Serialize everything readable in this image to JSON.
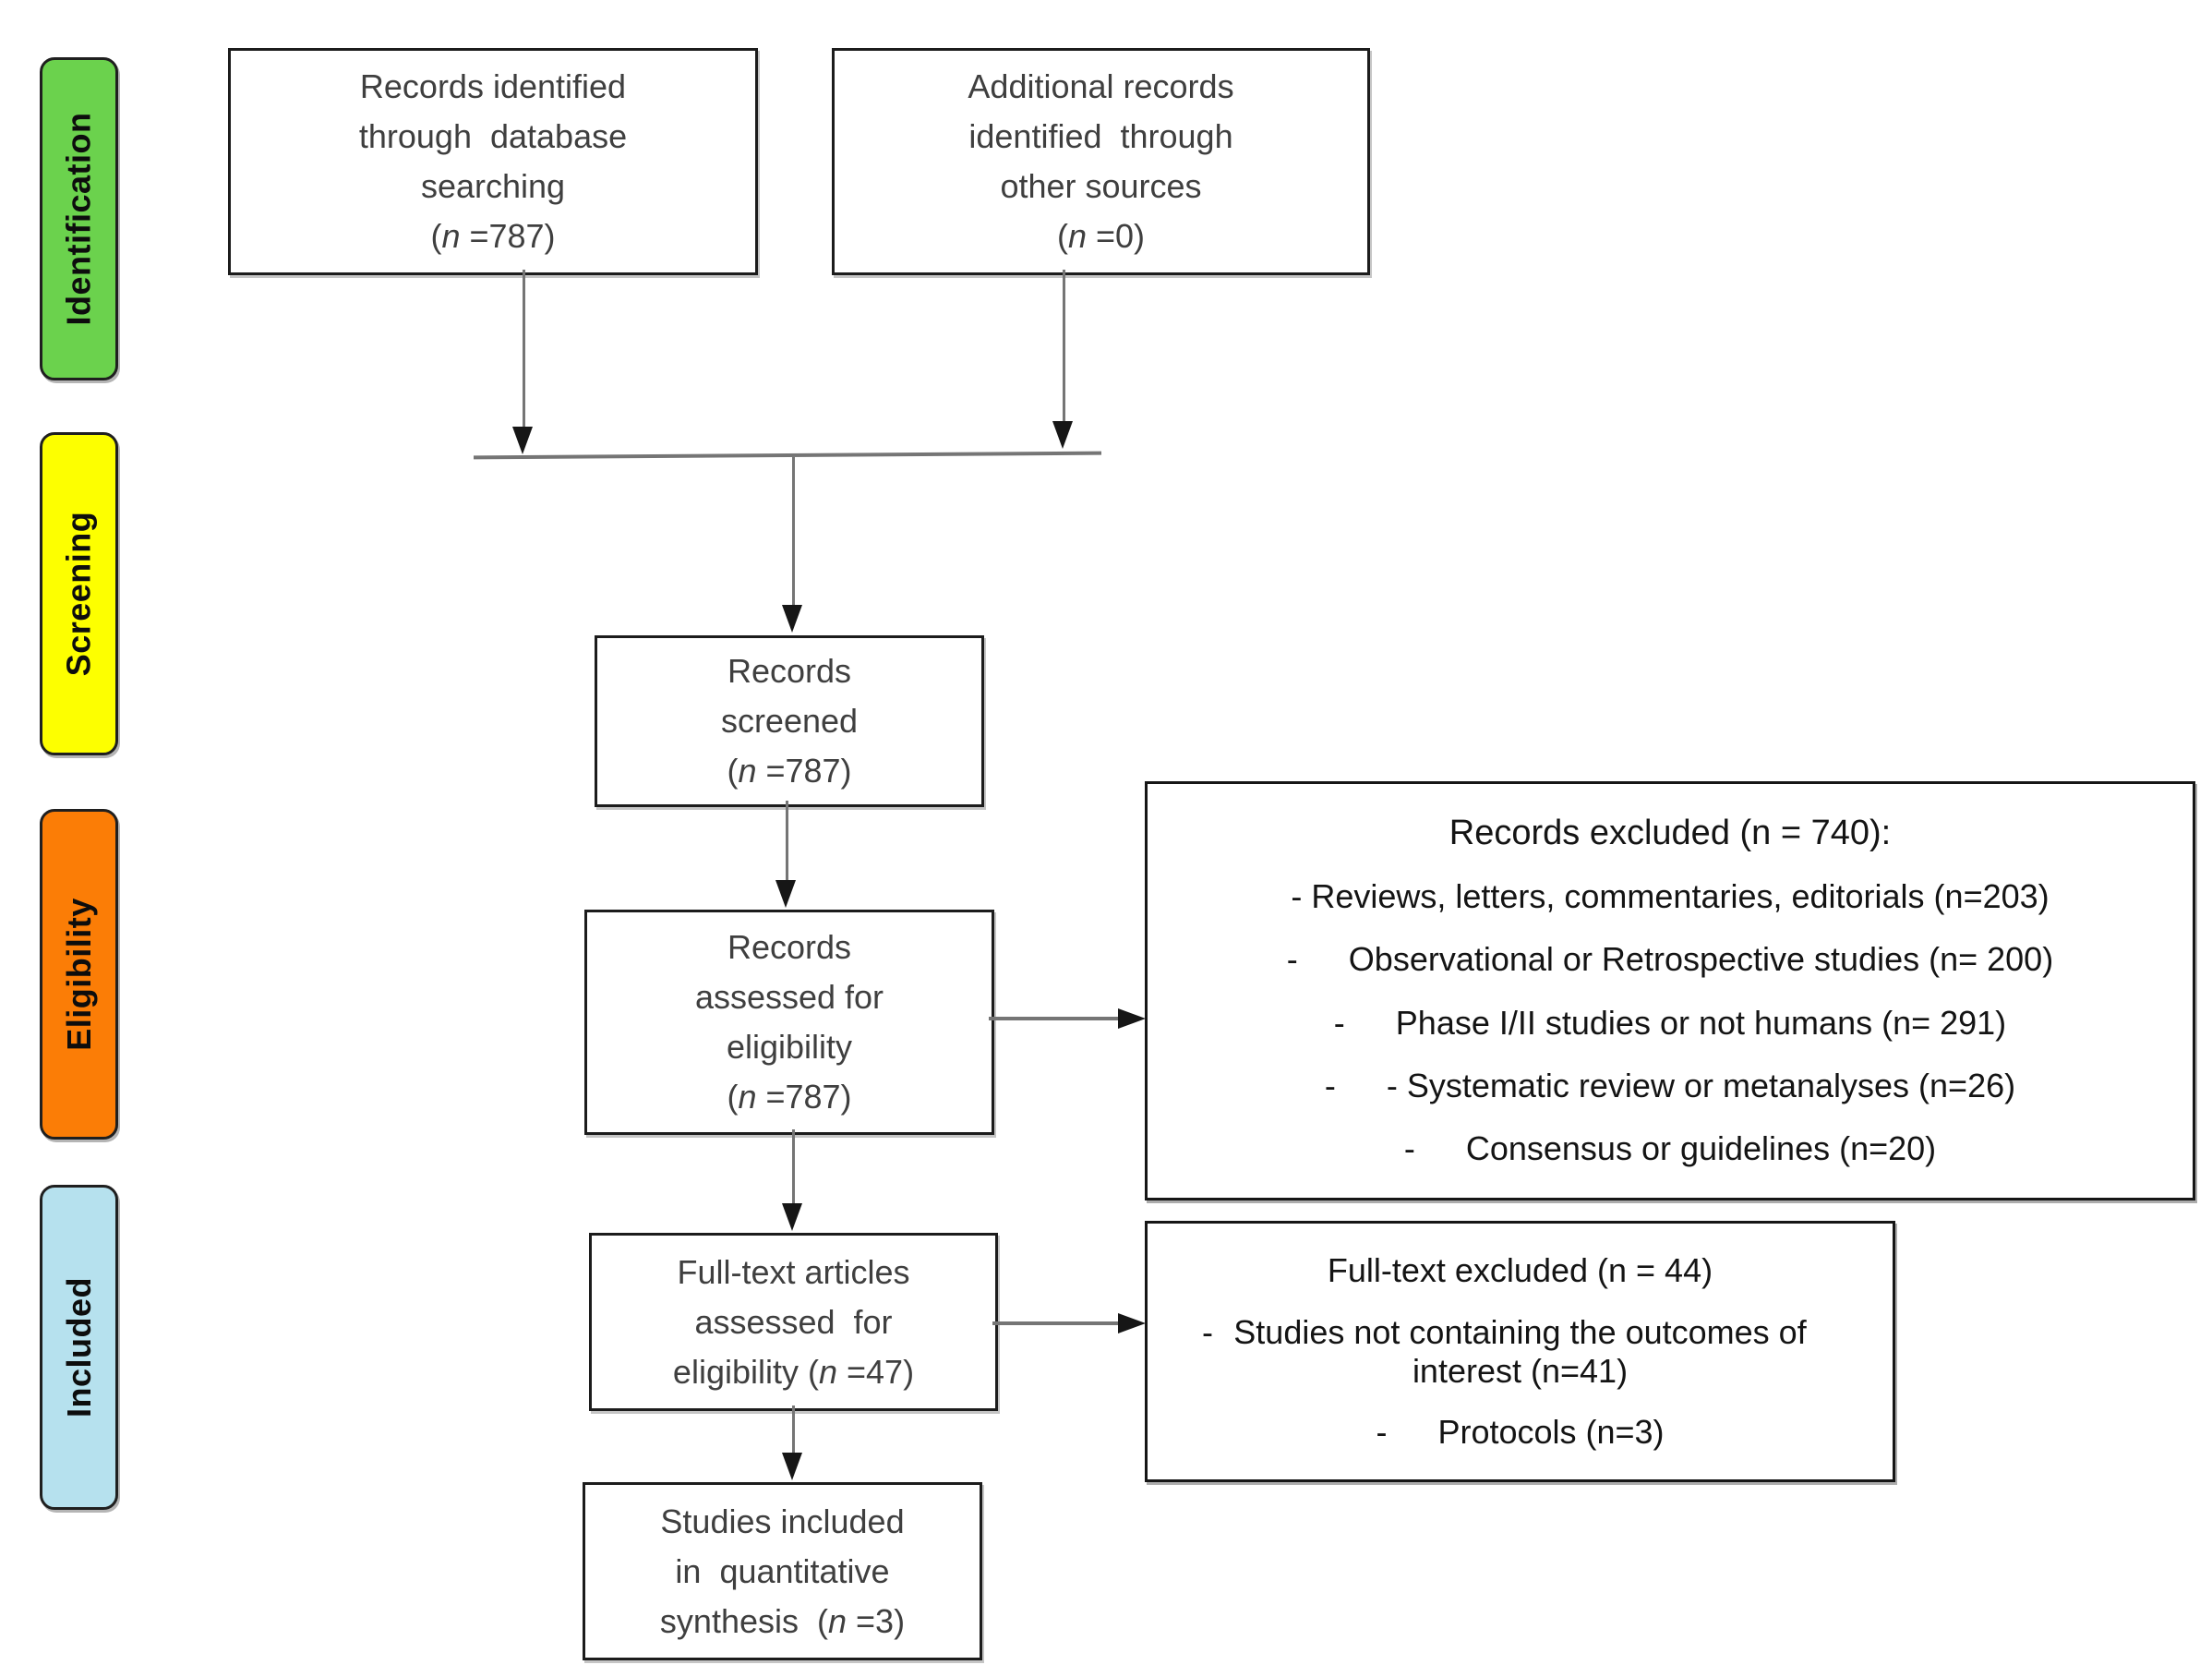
{
  "palette": {
    "connector_line": "#757575",
    "arrowhead": "#161616",
    "box_border": "#1c1c1c",
    "box_text": "#3f3f3f",
    "exclusion_text": "#141414"
  },
  "sidebar": {
    "items": [
      {
        "label": "Identification",
        "color": "#6bd24d"
      },
      {
        "label": "Screening",
        "color": "#fdff00"
      },
      {
        "label": "Eligibility",
        "color": "#fb7d06"
      },
      {
        "label": "Included",
        "color": "#b6e1ee"
      }
    ]
  },
  "boxes": {
    "identified": {
      "lines": [
        "Records identified",
        "through  database",
        "searching"
      ],
      "count_open": "(",
      "count_n": "n",
      "count_rest": " =787)"
    },
    "additional": {
      "lines": [
        "Additional records",
        "identified  through",
        "other sources"
      ],
      "count_open": "(",
      "count_n": "n",
      "count_rest": " =0)"
    },
    "screened": {
      "lines": [
        "Records",
        "screened"
      ],
      "count_open": "(",
      "count_n": "n",
      "count_rest": " =787)"
    },
    "assessed": {
      "lines": [
        "Records",
        "assessed for",
        "eligibility"
      ],
      "count_open": "(",
      "count_n": "n",
      "count_rest": " =787)"
    },
    "fulltext": {
      "lines": [
        "Full-text articles",
        "assessed  for"
      ],
      "last_pre": "eligibility (",
      "last_n": "n",
      "last_rest": " =47)"
    },
    "included": {
      "lines": [
        "Studies included",
        "in  quantitative"
      ],
      "last_pre": "synthesis  (",
      "last_n": "n",
      "last_rest": " =3)"
    },
    "records_excluded": {
      "title": "Records excluded (n = 740):",
      "items": [
        {
          "bullet": "",
          "text": "- Reviews, letters, commentaries, editorials (n=203)"
        },
        {
          "bullet": "-",
          "text": "Observational or Retrospective studies (n= 200)"
        },
        {
          "bullet": "-",
          "text": "Phase I/II studies or not humans (n= 291)"
        },
        {
          "bullet": "-",
          "text": "- Systematic review or metanalyses (n=26)"
        },
        {
          "bullet": "-",
          "text": "Consensus or guidelines (n=20)"
        }
      ]
    },
    "fulltext_excluded": {
      "title": "Full-text excluded (n = 44)",
      "items": [
        {
          "bullet": "-",
          "text": "Studies not containing the outcomes of interest (n=41)"
        },
        {
          "bullet": "-",
          "text": "Protocols (n=3)"
        }
      ]
    }
  }
}
